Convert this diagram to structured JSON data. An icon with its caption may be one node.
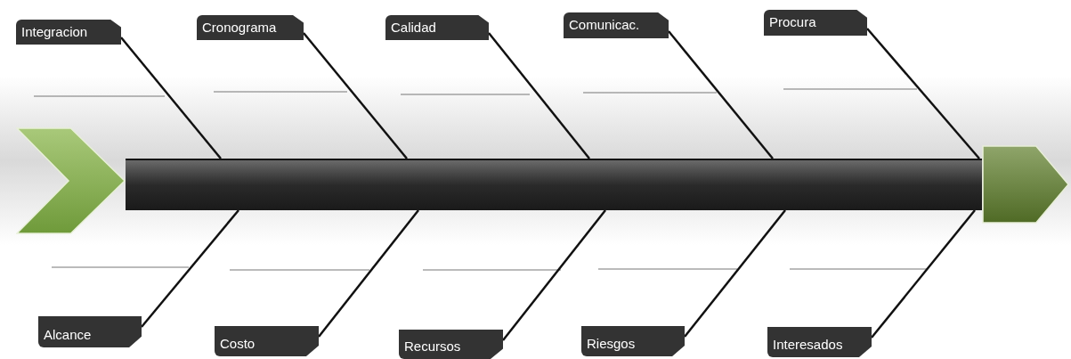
{
  "diagram": {
    "nodes": [
      {
        "text": [
          "Integracion"
        ]
      },
      {
        "text": [
          "Cronograma"
        ]
      },
      {
        "text": [
          "Calidad"
        ]
      },
      {
        "text": [
          "Comunicac."
        ]
      },
      {
        "text": [
          "Procura"
        ]
      },
      {
        "text": [
          "Alcance"
        ]
      },
      {
        "text": [
          "Costo"
        ]
      },
      {
        "text": [
          "Recursos"
        ]
      },
      {
        "text": [
          "Riesgos"
        ]
      },
      {
        "text": [
          "Interesados"
        ]
      },
      {
        "text": [],
        "shape": "chevron"
      },
      {
        "text": [],
        "shape": "bar"
      },
      {
        "text": [],
        "shape": "arrow"
      }
    ],
    "edges": [
      {
        "from": 0,
        "to": 11,
        "arrow": "none"
      },
      {
        "from": 1,
        "to": 11,
        "arrow": "none"
      },
      {
        "from": 2,
        "to": 11,
        "arrow": "none"
      },
      {
        "from": 3,
        "to": 11,
        "arrow": "none"
      },
      {
        "from": 4,
        "to": 11,
        "arrow": "none"
      },
      {
        "from": 5,
        "to": 11,
        "arrow": "none"
      },
      {
        "from": 6,
        "to": 11,
        "arrow": "none"
      },
      {
        "from": 7,
        "to": 11,
        "arrow": "none"
      },
      {
        "from": 8,
        "to": 11,
        "arrow": "none"
      },
      {
        "from": 9,
        "to": 11,
        "arrow": "none"
      }
    ]
  }
}
